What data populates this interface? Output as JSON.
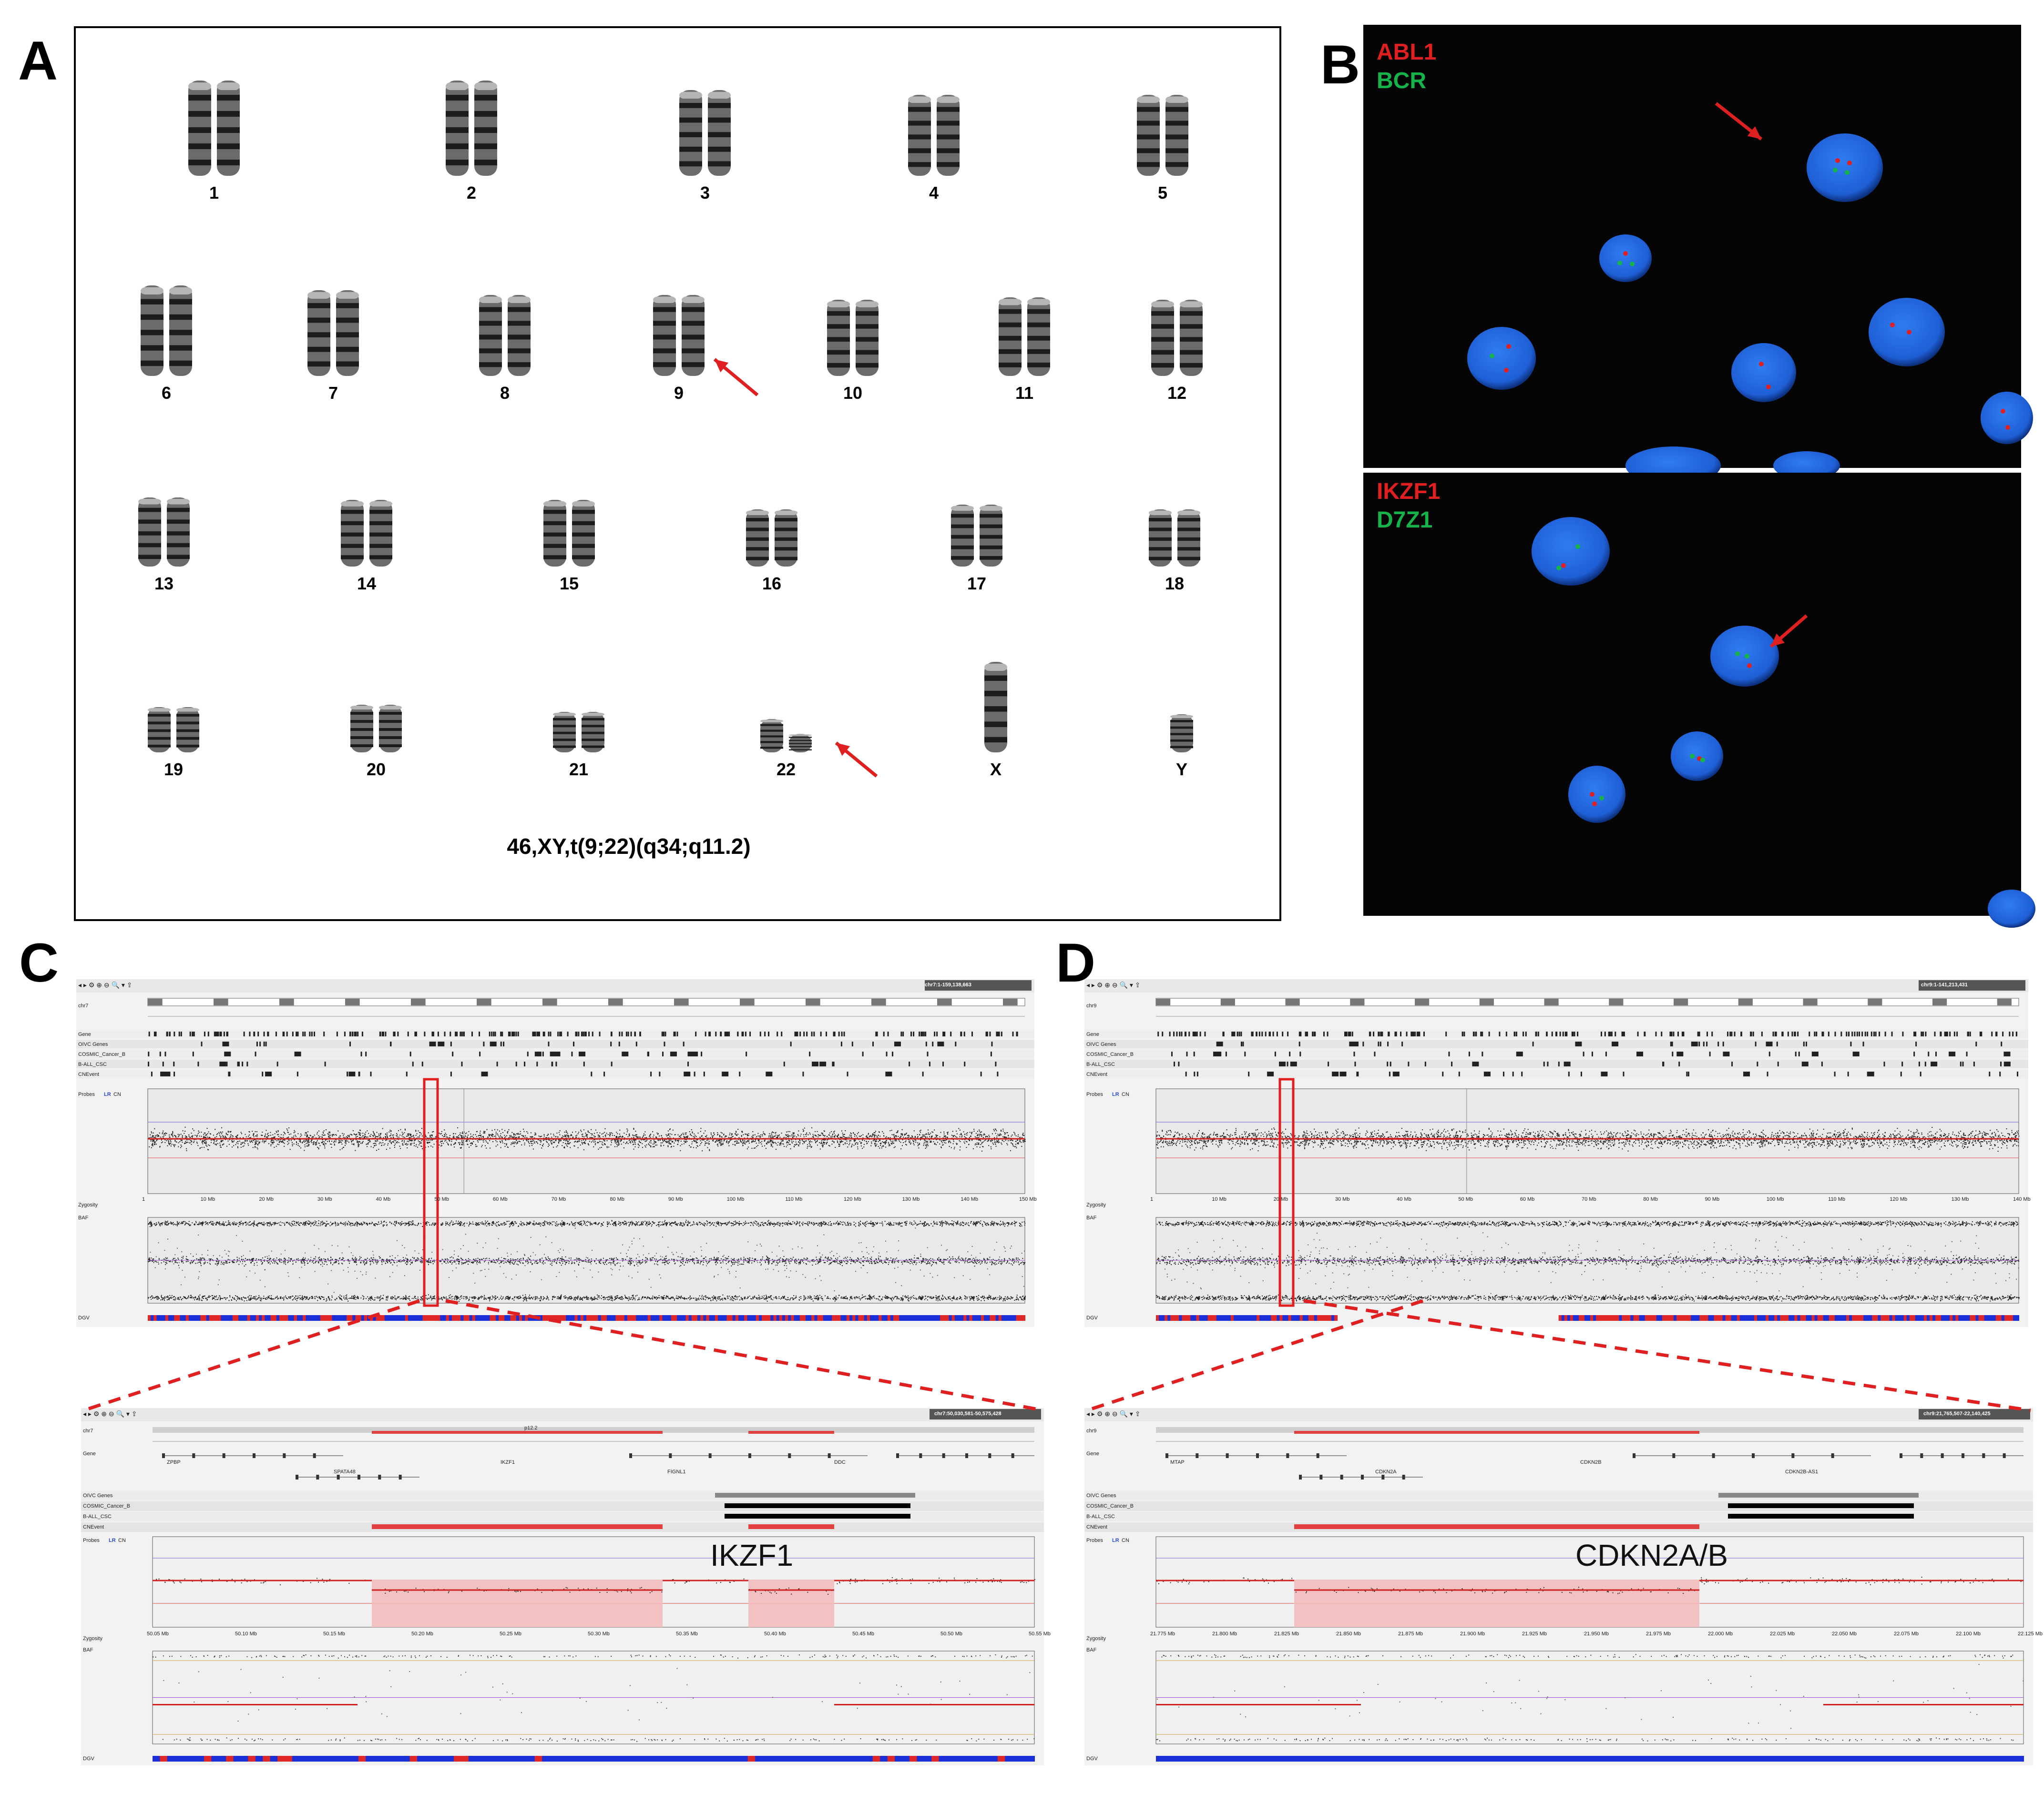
{
  "panels": {
    "a": "A",
    "b": "B",
    "c": "C",
    "d": "D"
  },
  "karyotype": {
    "chromosomes": [
      "1",
      "2",
      "3",
      "4",
      "5",
      "6",
      "7",
      "8",
      "9",
      "10",
      "11",
      "12",
      "13",
      "14",
      "15",
      "16",
      "17",
      "18",
      "19",
      "20",
      "21",
      "22",
      "X",
      "Y"
    ],
    "formula": "46,XY,t(9;22)(q34;q11.2)",
    "arrow_color": "#e02020"
  },
  "fish": {
    "top": {
      "probe1": "ABL1",
      "probe2": "BCR"
    },
    "bottom": {
      "probe1": "IKZF1",
      "probe2": "D7Z1"
    },
    "colors": {
      "red": "#e02020",
      "green": "#16b24a",
      "nucleus": "#1f5fd6"
    }
  },
  "genome_c": {
    "toolbar_icons": [
      "back-icon",
      "forward-icon",
      "gear-icon",
      "zoom-in-icon",
      "zoom-out-icon",
      "search-icon",
      "export-icon"
    ],
    "locus": "chr7:1-159,138,663",
    "chrom": "chr7",
    "tracks": [
      "Gene",
      "OIVC Genes",
      "COSMIC_Cancer_B",
      "B-ALL_CSC",
      "CNEvent"
    ],
    "probes_label": "Probes",
    "lr_label": "LR",
    "cn_label": "CN",
    "zygosity_label": "Zygosity",
    "baf_label": "BAF",
    "dgv_label": "DGV",
    "xticks": [
      "1",
      "10 Mb",
      "20 Mb",
      "30 Mb",
      "40 Mb",
      "50 Mb",
      "60 Mb",
      "70 Mb",
      "80 Mb",
      "90 Mb",
      "100 Mb",
      "110 Mb",
      "120 Mb",
      "130 Mb",
      "140 Mb",
      "150 Mb"
    ],
    "zoom_locus": "chr7:50,030,581-50,575,428",
    "zoom_band": "p12.2",
    "zoom_xticks": [
      "50.05 Mb",
      "50.10 Mb",
      "50.15 Mb",
      "50.20 Mb",
      "50.25 Mb",
      "50.30 Mb",
      "50.35 Mb",
      "50.40 Mb",
      "50.45 Mb",
      "50.50 Mb",
      "50.55 Mb"
    ],
    "zoom_genes": [
      "ZPBP",
      "SPATA48",
      "IKZF1",
      "FIGNL1",
      "DDC"
    ],
    "gene_label": "IKZF1"
  },
  "genome_d": {
    "toolbar_icons": [
      "back-icon",
      "forward-icon",
      "gear-icon",
      "zoom-in-icon",
      "zoom-out-icon",
      "search-icon",
      "export-icon"
    ],
    "locus": "chr9:1-141,213,431",
    "chrom": "chr9",
    "tracks": [
      "Gene",
      "OIVC Genes",
      "COSMIC_Cancer_B",
      "B-ALL_CSC",
      "CNEvent"
    ],
    "probes_label": "Probes",
    "lr_label": "LR",
    "cn_label": "CN",
    "zygosity_label": "Zygosity",
    "baf_label": "BAF",
    "dgv_label": "DGV",
    "xticks": [
      "1",
      "10 Mb",
      "20 Mb",
      "30 Mb",
      "40 Mb",
      "50 Mb",
      "60 Mb",
      "70 Mb",
      "80 Mb",
      "90 Mb",
      "100 Mb",
      "110 Mb",
      "120 Mb",
      "130 Mb",
      "140 Mb"
    ],
    "zoom_locus": "chr9:21,765,507-22,140,425",
    "zoom_xticks": [
      "21.775 Mb",
      "21.800 Mb",
      "21.825 Mb",
      "21.850 Mb",
      "21.875 Mb",
      "21.900 Mb",
      "21.925 Mb",
      "21.950 Mb",
      "21.975 Mb",
      "22.000 Mb",
      "22.025 Mb",
      "22.050 Mb",
      "22.075 Mb",
      "22.100 Mb",
      "22.125 Mb"
    ],
    "zoom_genes": [
      "MTAP",
      "CDKN2A",
      "CDKN2B",
      "CDKN2B-AS1"
    ],
    "gene_label": "CDKN2A/B"
  }
}
